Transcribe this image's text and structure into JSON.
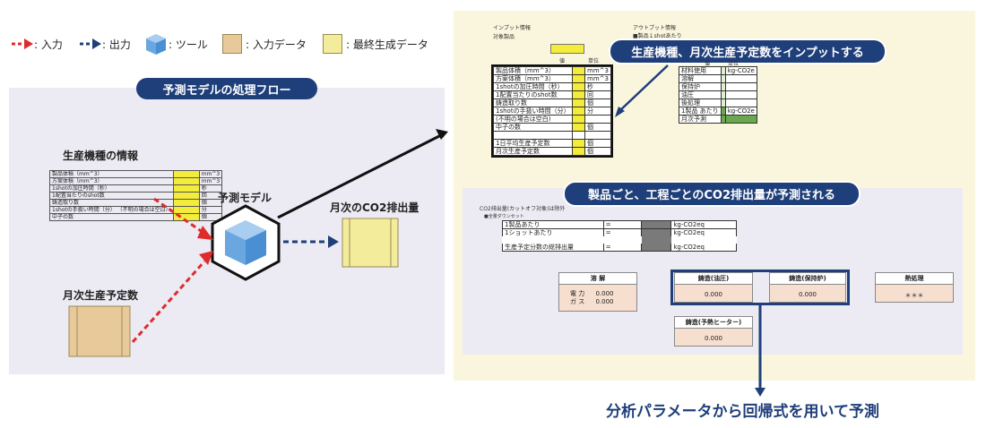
{
  "legend": {
    "input_arrow": ": 入力",
    "output_arrow": ": 出力",
    "tool": ": ツール",
    "input_data": ": 入力データ",
    "final_data": ": 最終生成データ",
    "colors": {
      "input": "#e02b2b",
      "output": "#1f3f7a",
      "tool": "#6aa7e0",
      "input_data": "#e8c99a",
      "final_data": "#f3ec9b"
    }
  },
  "left_panel": {
    "title": "予測モデルの処理フロー",
    "machine_info_label": "生産機種の情報",
    "machine_table": [
      [
        "製品体積（mm^3）",
        "mm^3"
      ],
      [
        "方案体積（mm^3）",
        "mm^3"
      ],
      [
        "1shotの加圧時間（秒）",
        "秒"
      ],
      [
        "1配置当たりのshot数",
        "回"
      ],
      [
        "鋳造取り数",
        "個"
      ],
      [
        "1shotの手扱い時間（分）\n（不明の場合は空白）",
        "分"
      ],
      [
        "中子の数",
        "個"
      ]
    ],
    "model_label": "予測モデル",
    "monthly_plan_label": "月次生産予定数",
    "output_label": "月次のCO2排出量"
  },
  "right_top": {
    "callout": "生産機種、月次生産予定数をインプットする",
    "input_info": "インプット情報",
    "target_product": "対象製品",
    "output_info": "アウトプット情報",
    "per_shot_note": "■製品１shotあたり",
    "col_value": "値",
    "col_unit": "単位",
    "input_rows": [
      [
        "製品体積（mm^3）",
        "mm^3"
      ],
      [
        "方案体積（mm^3）",
        "mm^3"
      ],
      [
        "1shotの加圧時間（秒）",
        "秒"
      ],
      [
        "1配置当たりのshot数",
        "回"
      ],
      [
        "鋳造取り数",
        "個"
      ],
      [
        "1shotの手扱い時間（分）",
        "分"
      ],
      [
        "(不明の場合は空白)",
        ""
      ],
      [
        "中子の数",
        "個"
      ],
      [
        "",
        ""
      ],
      [
        "1日平均生産予定数",
        "個"
      ],
      [
        "月次生産予定数",
        "個"
      ]
    ],
    "output_col_value": "値",
    "output_col_unit": "単位",
    "output_rows": [
      [
        "材料使用",
        "kg-CO2e"
      ],
      [
        "溶解",
        ""
      ],
      [
        "保持炉",
        ""
      ],
      [
        "油圧",
        ""
      ],
      [
        "後処理",
        ""
      ],
      [
        "1製品\nあたり",
        "kg-CO2e"
      ],
      [
        "月次予測",
        ""
      ]
    ]
  },
  "right_bottom": {
    "callout": "製品ごと、工程ごとのCO2排出量が予測される",
    "note1": "CO2排出量(カットオフ対象)は除外",
    "note2": "■全量ダウンセット",
    "summary_rows": [
      [
        "1製品あたり",
        "=",
        "kg-CO2eq"
      ],
      [
        "1ショットあたり",
        "=",
        "kg-CO2eq"
      ],
      [
        "生産予定分数の総排出量",
        "=",
        "kg-CO2eq"
      ]
    ],
    "cards": {
      "melting": {
        "title": "溶 解",
        "electric_label": "電 力",
        "electric_value": "0.000",
        "gas_label": "ガ ス",
        "gas_value": "0.000"
      },
      "casting_hydraulic": {
        "title": "鋳造(油圧)",
        "value": "0.000"
      },
      "casting_holding": {
        "title": "鋳造(保持炉)",
        "value": "0.000"
      },
      "heat_treatment": {
        "title": "熱処理",
        "value": "＊＊＊"
      },
      "casting_preheater": {
        "title": "鋳造(予熱ヒーター)",
        "value": "0.000"
      }
    },
    "bottom_caption": "分析パラメータから回帰式を用いて予測"
  }
}
